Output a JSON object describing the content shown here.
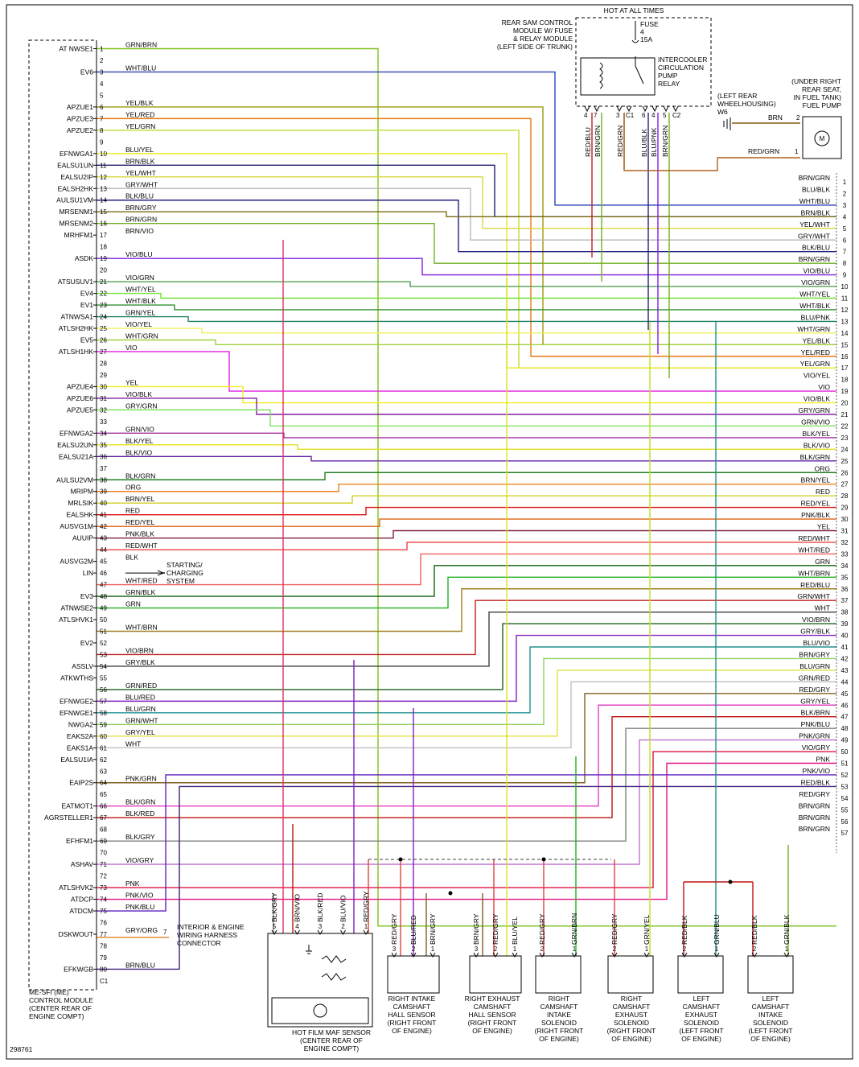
{
  "figure_id": "298761",
  "top_labels": {
    "hot_at_all_times": "HOT AT ALL TIMES",
    "sam_module": [
      "REAR SAM CONTROL",
      "MODULE W/ FUSE",
      "& RELAY MODULE",
      "(LEFT SIDE OF TRUNK)"
    ],
    "fuse": [
      "FUSE",
      "4",
      "15A"
    ],
    "relay": [
      "INTERCOOLER",
      "CIRCULATION",
      "PUMP",
      "RELAY"
    ],
    "relay_pins": [
      "4",
      "7",
      "3",
      "C1",
      "6",
      "4",
      "5",
      "C2"
    ],
    "relay_wires": [
      "RED/BLU",
      "BRN/GRN",
      "RED/GRN",
      "BLU/BLK",
      "BLU/PNK",
      "BRN/GRN"
    ],
    "ground": [
      "(LEFT REAR",
      "WHEELHOUSING)",
      "W6"
    ],
    "fuel_pump": [
      "(UNDER RIGHT",
      "REAR SEAT,",
      "IN FUEL TANK)",
      "FUEL PUMP"
    ],
    "fuel_pump_wires": [
      "BRN",
      "RED/GRN"
    ],
    "fuel_pump_pins": [
      "2",
      "1"
    ]
  },
  "left_module": {
    "labels": [
      "ME-SFI (ME)",
      "CONTROL MODULE",
      "(CENTER REAR OF",
      "ENGINE COMPT)"
    ],
    "rows": [
      {
        "pin": "1",
        "name": "AT NWSE1",
        "wire": "GRN/BRN",
        "color": "#7ec21a"
      },
      {
        "pin": "2",
        "name": "",
        "wire": "",
        "color": ""
      },
      {
        "pin": "3",
        "name": "EV6",
        "wire": "WHT/BLU",
        "color": "#2b45b8"
      },
      {
        "pin": "4",
        "name": "",
        "wire": "",
        "color": ""
      },
      {
        "pin": "5",
        "name": "",
        "wire": "",
        "color": ""
      },
      {
        "pin": "6",
        "name": "APZUE1",
        "wire": "YEL/BLK",
        "color": "#9a9a10"
      },
      {
        "pin": "7",
        "name": "APZUE3",
        "wire": "YEL/RED",
        "color": "#e87a10"
      },
      {
        "pin": "8",
        "name": "APZUE2",
        "wire": "YEL/GRN",
        "color": "#b8e030"
      },
      {
        "pin": "9",
        "name": "",
        "wire": "",
        "color": ""
      },
      {
        "pin": "10",
        "name": "EFNWGA1",
        "wire": "BLU/YEL",
        "color": "#e8e820"
      },
      {
        "pin": "11",
        "name": "EALSU1UN",
        "wire": "BRN/BLK",
        "color": "#202070"
      },
      {
        "pin": "12",
        "name": "EALSU2IP",
        "wire": "YEL/WHT",
        "color": "#f0f060"
      },
      {
        "pin": "13",
        "name": "EALSH2HK",
        "wire": "GRY/WHT",
        "color": "#bbbbbb"
      },
      {
        "pin": "14",
        "name": "AULSU1VM",
        "wire": "BLK/BLU",
        "color": "#202080"
      },
      {
        "pin": "15",
        "name": "MRSENM1",
        "wire": "BRN/GRY",
        "color": "#7a6a10"
      },
      {
        "pin": "16",
        "name": "MRSENM2",
        "wire": "BRN/GRN",
        "color": "#70b020"
      },
      {
        "pin": "17",
        "name": "MRHFM1",
        "wire": "BRN/VIO",
        "color": "#e03060"
      },
      {
        "pin": "18",
        "name": "",
        "wire": "",
        "color": ""
      },
      {
        "pin": "19",
        "name": "ASDK",
        "wire": "VIO/BLU",
        "color": "#8020e0"
      },
      {
        "pin": "20",
        "name": "",
        "wire": "",
        "color": ""
      },
      {
        "pin": "21",
        "name": "ATSUSUV1",
        "wire": "VIO/GRN",
        "color": "#50a050"
      },
      {
        "pin": "22",
        "name": "EV4",
        "wire": "WHT/YEL",
        "color": "#70e030"
      },
      {
        "pin": "23",
        "name": "EV1",
        "wire": "WHT/BLK",
        "color": "#309030"
      },
      {
        "pin": "24",
        "name": "ATNWSA1",
        "wire": "GRN/YEL",
        "color": "#208060"
      },
      {
        "pin": "25",
        "name": "ATLSH2HK",
        "wire": "VIO/YEL",
        "color": "#f0f060"
      },
      {
        "pin": "26",
        "name": "EV5",
        "wire": "WHT/GRN",
        "color": "#a0d040"
      },
      {
        "pin": "27",
        "name": "ATLSH1HK",
        "wire": "VIO",
        "color": "#e020e0"
      },
      {
        "pin": "28",
        "name": "",
        "wire": "",
        "color": ""
      },
      {
        "pin": "29",
        "name": "",
        "wire": "",
        "color": ""
      },
      {
        "pin": "30",
        "name": "APZUE4",
        "wire": "YEL",
        "color": "#f0f020"
      },
      {
        "pin": "31",
        "name": "APZUE6",
        "wire": "VIO/BLK",
        "color": "#8020a0"
      },
      {
        "pin": "32",
        "name": "APZUE5",
        "wire": "GRY/GRN",
        "color": "#80e060"
      },
      {
        "pin": "33",
        "name": "",
        "wire": "",
        "color": ""
      },
      {
        "pin": "34",
        "name": "EFNWGA2",
        "wire": "GRN/VIO",
        "color": "#a030a0"
      },
      {
        "pin": "35",
        "name": "EALSU2UN",
        "wire": "BLK/YEL",
        "color": "#e0e020"
      },
      {
        "pin": "36",
        "name": "EALSU21A",
        "wire": "BLK/VIO",
        "color": "#6020a0"
      },
      {
        "pin": "37",
        "name": "",
        "wire": "",
        "color": ""
      },
      {
        "pin": "38",
        "name": "AULSU2VM",
        "wire": "BLK/GRN",
        "color": "#208020"
      },
      {
        "pin": "39",
        "name": "MRIPM",
        "wire": "ORG",
        "color": "#f08020"
      },
      {
        "pin": "40",
        "name": "MRLSIK",
        "wire": "BRN/YEL",
        "color": "#d0d020"
      },
      {
        "pin": "41",
        "name": "EALSHK",
        "wire": "RED",
        "color": "#e01010"
      },
      {
        "pin": "42",
        "name": "AUSVG1M",
        "wire": "RED/YEL",
        "color": "#e06010"
      },
      {
        "pin": "43",
        "name": "AUUIP",
        "wire": "PNK/BLK",
        "color": "#802040"
      },
      {
        "pin": "44",
        "name": "",
        "wire": "RED/WHT",
        "color": "#f04040"
      },
      {
        "pin": "45",
        "name": "AUSVG2M",
        "wire": "BLK",
        "color": "#000000"
      },
      {
        "pin": "46",
        "name": "LIN",
        "wire": "",
        "color": ""
      },
      {
        "pin": "47",
        "name": "",
        "wire": "WHT/RED",
        "color": "#f06060"
      },
      {
        "pin": "48",
        "name": "EV3",
        "wire": "GRN/BLK",
        "color": "#106010"
      },
      {
        "pin": "49",
        "name": "ATNWSE2",
        "wire": "GRN",
        "color": "#20b020"
      },
      {
        "pin": "50",
        "name": "ATLSHVK1",
        "wire": "",
        "color": ""
      },
      {
        "pin": "51",
        "name": "",
        "wire": "WHT/BRN",
        "color": "#a08020"
      },
      {
        "pin": "52",
        "name": "EV2",
        "wire": "",
        "color": ""
      },
      {
        "pin": "53",
        "name": "",
        "wire": "VIO/BRN",
        "color": "#c02020"
      },
      {
        "pin": "54",
        "name": "ASSLV",
        "wire": "GRY/BLK",
        "color": "#404040"
      },
      {
        "pin": "55",
        "name": "ATKWTHS",
        "wire": "",
        "color": ""
      },
      {
        "pin": "56",
        "name": "",
        "wire": "GRN/RED",
        "color": "#206020"
      },
      {
        "pin": "57",
        "name": "EFNWGE2",
        "wire": "BLU/RED",
        "color": "#8020c0"
      },
      {
        "pin": "58",
        "name": "EFNWGE1",
        "wire": "BLU/GRN",
        "color": "#209090"
      },
      {
        "pin": "59",
        "name": "NWGA2",
        "wire": "GRN/WHT",
        "color": "#90d060"
      },
      {
        "pin": "60",
        "name": "EAKS2A",
        "wire": "GRY/YEL",
        "color": "#e0e040"
      },
      {
        "pin": "61",
        "name": "EAKS1A",
        "wire": "WHT",
        "color": "#c0c0c0"
      },
      {
        "pin": "62",
        "name": "EALSU1IA",
        "wire": "",
        "color": ""
      },
      {
        "pin": "63",
        "name": "",
        "wire": "",
        "color": ""
      },
      {
        "pin": "64",
        "name": "EAIP2S",
        "wire": "PNK/GRN",
        "color": "#806020"
      },
      {
        "pin": "65",
        "name": "",
        "wire": "",
        "color": ""
      },
      {
        "pin": "66",
        "name": "EATMOT1",
        "wire": "BLK/GRN",
        "color": "#e040c0"
      },
      {
        "pin": "67",
        "name": "AGRSTELLER1",
        "wire": "BLK/RED",
        "color": "#c01010"
      },
      {
        "pin": "68",
        "name": "",
        "wire": "",
        "color": ""
      },
      {
        "pin": "69",
        "name": "EFHFM1",
        "wire": "BLK/GRY",
        "color": "#808080"
      },
      {
        "pin": "70",
        "name": "",
        "wire": "",
        "color": ""
      },
      {
        "pin": "71",
        "name": "ASHAV",
        "wire": "VIO/GRY",
        "color": "#c070d0"
      },
      {
        "pin": "72",
        "name": "",
        "wire": "",
        "color": ""
      },
      {
        "pin": "73",
        "name": "ATLSHVK2",
        "wire": "PNK",
        "color": "#e01040"
      },
      {
        "pin": "74",
        "name": "ATDCP",
        "wire": "PNK/VIO",
        "color": "#e01080"
      },
      {
        "pin": "75",
        "name": "ATDCM",
        "wire": "PNK/BLU",
        "color": "#6020c0"
      },
      {
        "pin": "76",
        "name": "",
        "wire": "",
        "color": ""
      },
      {
        "pin": "77",
        "name": "DSKWOUT",
        "wire": "GRY/ORG",
        "color": "#e08020"
      },
      {
        "pin": "78",
        "name": "",
        "wire": "",
        "color": ""
      },
      {
        "pin": "79",
        "name": "",
        "wire": "",
        "color": ""
      },
      {
        "pin": "80",
        "name": "EFKWGB",
        "wire": "BRN/BLU",
        "color": "#402080"
      },
      {
        "pin": "C1",
        "name": "",
        "wire": "",
        "color": ""
      }
    ],
    "starting": [
      "STARTING/",
      "CHARGING",
      "SYSTEM"
    ],
    "interior": [
      "INTERIOR & ENGINE",
      "WIRING HARNESS",
      "CONNECTOR"
    ],
    "interior_pin": "7"
  },
  "right_connector": {
    "rows": [
      {
        "pin": "1",
        "wire": "BRN/GRN"
      },
      {
        "pin": "2",
        "wire": "BLU/BLK"
      },
      {
        "pin": "3",
        "wire": "WHT/BLU"
      },
      {
        "pin": "4",
        "wire": "BRN/BLK"
      },
      {
        "pin": "5",
        "wire": "YEL/WHT"
      },
      {
        "pin": "6",
        "wire": "GRY/WHT"
      },
      {
        "pin": "7",
        "wire": "BLK/BLU"
      },
      {
        "pin": "8",
        "wire": "BRN/GRN"
      },
      {
        "pin": "9",
        "wire": "VIO/BLU"
      },
      {
        "pin": "10",
        "wire": "VIO/GRN"
      },
      {
        "pin": "11",
        "wire": "WHT/YEL"
      },
      {
        "pin": "12",
        "wire": "WHT/BLK"
      },
      {
        "pin": "13",
        "wire": "BLU/PNK"
      },
      {
        "pin": "14",
        "wire": "WHT/GRN"
      },
      {
        "pin": "15",
        "wire": "YEL/BLK"
      },
      {
        "pin": "16",
        "wire": "YEL/RED"
      },
      {
        "pin": "17",
        "wire": "YEL/GRN"
      },
      {
        "pin": "18",
        "wire": "VIO/YEL"
      },
      {
        "pin": "19",
        "wire": "VIO"
      },
      {
        "pin": "20",
        "wire": "VIO/BLK"
      },
      {
        "pin": "21",
        "wire": "GRY/GRN"
      },
      {
        "pin": "22",
        "wire": "GRN/VIO"
      },
      {
        "pin": "23",
        "wire": "BLK/YEL"
      },
      {
        "pin": "24",
        "wire": "BLK/VIO"
      },
      {
        "pin": "25",
        "wire": "BLK/GRN"
      },
      {
        "pin": "26",
        "wire": "ORG"
      },
      {
        "pin": "27",
        "wire": "BRN/YEL"
      },
      {
        "pin": "28",
        "wire": "RED"
      },
      {
        "pin": "29",
        "wire": "RED/YEL"
      },
      {
        "pin": "30",
        "wire": "PNK/BLK"
      },
      {
        "pin": "31",
        "wire": "YEL"
      },
      {
        "pin": "32",
        "wire": "RED/WHT"
      },
      {
        "pin": "33",
        "wire": "WHT/RED"
      },
      {
        "pin": "34",
        "wire": "GRN"
      },
      {
        "pin": "35",
        "wire": "WHT/BRN"
      },
      {
        "pin": "36",
        "wire": "RED/BLU"
      },
      {
        "pin": "37",
        "wire": "GRN/WHT"
      },
      {
        "pin": "38",
        "wire": "WHT"
      },
      {
        "pin": "39",
        "wire": "VIO/BRN"
      },
      {
        "pin": "40",
        "wire": "GRY/BLK"
      },
      {
        "pin": "41",
        "wire": "BLU/VIO"
      },
      {
        "pin": "42",
        "wire": "BRN/GRY"
      },
      {
        "pin": "43",
        "wire": "BLU/GRN"
      },
      {
        "pin": "44",
        "wire": "GRN/RED"
      },
      {
        "pin": "45",
        "wire": "RED/GRY"
      },
      {
        "pin": "46",
        "wire": "GRY/YEL"
      },
      {
        "pin": "47",
        "wire": "BLK/BRN"
      },
      {
        "pin": "48",
        "wire": "PNK/BLU"
      },
      {
        "pin": "49",
        "wire": "PNK/GRN"
      },
      {
        "pin": "50",
        "wire": "VIO/GRY"
      },
      {
        "pin": "51",
        "wire": "PNK"
      },
      {
        "pin": "52",
        "wire": "PNK/VIO"
      },
      {
        "pin": "53",
        "wire": "RED/BLK"
      },
      {
        "pin": "54",
        "wire": "RED/GRY"
      },
      {
        "pin": "55",
        "wire": "BRN/GRN"
      },
      {
        "pin": "56",
        "wire": "BRN/GRN"
      },
      {
        "pin": "57",
        "wire": "BRN/GRN"
      }
    ]
  },
  "bottom_components": [
    {
      "pins": [
        "5",
        "4",
        "3",
        "2",
        "1"
      ],
      "wires": [
        "BLK/GRY",
        "BRN/VIO",
        "BLK/RED",
        "BLU/VIO",
        "RED/GRY"
      ],
      "labels": [
        "HOT FILM MAF SENSOR",
        "(CENTER REAR OF",
        "ENGINE COMPT)"
      ]
    },
    {
      "pins": [
        "3",
        "2",
        "1"
      ],
      "wires": [
        "RED/GRY",
        "BLU/RED",
        "BRN/GRY"
      ],
      "labels": [
        "RIGHT INTAKE",
        "CAMSHAFT",
        "HALL SENSOR",
        "(RIGHT FRONT",
        "OF ENGINE)"
      ]
    },
    {
      "pins": [
        "3",
        "2",
        "1"
      ],
      "wires": [
        "BRN/GRY",
        "RED/GRY",
        "BLU/YEL"
      ],
      "labels": [
        "RIGHT EXHAUST",
        "CAMSHAFT",
        "HALL SENSOR",
        "(RIGHT FRONT",
        "OF ENGINE)"
      ]
    },
    {
      "pins": [
        "2",
        "1"
      ],
      "wires": [
        "RED/GRY",
        "GRN/BRN"
      ],
      "labels": [
        "RIGHT",
        "CAMSHAFT",
        "INTAKE",
        "SOLENOID",
        "(RIGHT FRONT",
        "OF ENGINE)"
      ]
    },
    {
      "pins": [
        "2",
        "1"
      ],
      "wires": [
        "RED/GRY",
        "GRN/YEL"
      ],
      "labels": [
        "RIGHT",
        "CAMSHAFT",
        "EXHAUST",
        "SOLENOID",
        "(RIGHT FRONT",
        "OF ENGINE)"
      ]
    },
    {
      "pins": [
        "2",
        "1"
      ],
      "wires": [
        "RED/BLK",
        "GRN/BLU"
      ],
      "labels": [
        "LEFT",
        "CAMSHAFT",
        "EXHAUST",
        "SOLENOID",
        "(LEFT FRONT",
        "OF ENGINE)"
      ]
    },
    {
      "pins": [
        "2",
        "1"
      ],
      "wires": [
        "RED/BLK",
        "GRN/BLK"
      ],
      "labels": [
        "LEFT",
        "CAMSHAFT",
        "INTAKE",
        "SOLENOID",
        "(LEFT FRONT",
        "OF ENGINE)"
      ]
    }
  ]
}
